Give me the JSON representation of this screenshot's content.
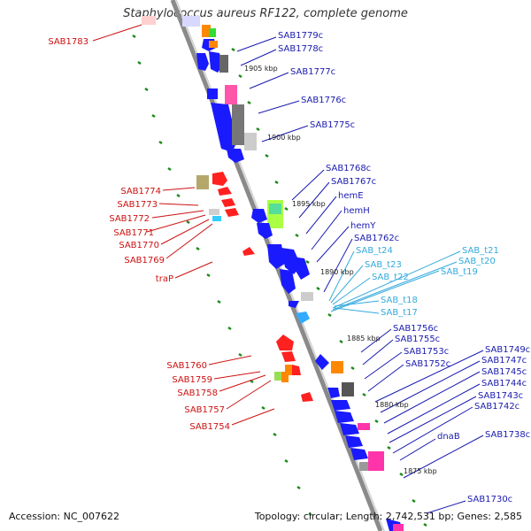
{
  "title": "Staphylococcus aureus RF122, complete genome",
  "accession": "Accession: NC_007622",
  "topology": "Topology: circular; Length: 2,742,531 bp; Genes: 2,585",
  "colors": {
    "forward_gene": "#1a1aff",
    "reverse_gene": "#ff2020",
    "forward_label": "#1a1ab0",
    "reverse_label": "#cc1111",
    "trna_label": "#33aadd",
    "backbone": "#8a8a8a",
    "tick": "#1a8a1a"
  },
  "kbp_marks": [
    {
      "label": "1905 kbp"
    },
    {
      "label": "1900 kbp"
    },
    {
      "label": "1895 kbp"
    },
    {
      "label": "1890 kbp"
    },
    {
      "label": "1885 kbp"
    },
    {
      "label": "1880 kbp"
    },
    {
      "label": "1875 kbp"
    }
  ],
  "reverse_labels": [
    "SAB1783",
    "SAB1774",
    "SAB1773",
    "SAB1772",
    "SAB1771",
    "SAB1770",
    "SAB1769",
    "traP",
    "SAB1760",
    "SAB1759",
    "SAB1758",
    "SAB1757",
    "SAB1754"
  ],
  "forward_labels": [
    "SAB1779c",
    "SAB1778c",
    "SAB1777c",
    "SAB1776c",
    "SAB1775c",
    "SAB1768c",
    "SAB1767c",
    "hemE",
    "hemH",
    "hemY",
    "SAB1762c",
    "SAB1756c",
    "SAB1755c",
    "SAB1753c",
    "SAB1752c",
    "SAB1749c",
    "SAB1747c",
    "SAB1745c",
    "SAB1744c",
    "SAB1743c",
    "SAB1742c",
    "dnaB",
    "SAB1738c",
    "SAB1730c"
  ],
  "trna_labels": [
    "SAB_t21",
    "SAB_t20",
    "SAB_t24",
    "SAB_t19",
    "SAB_t23",
    "SAB_t22",
    "SAB_t18",
    "SAB_t17"
  ]
}
